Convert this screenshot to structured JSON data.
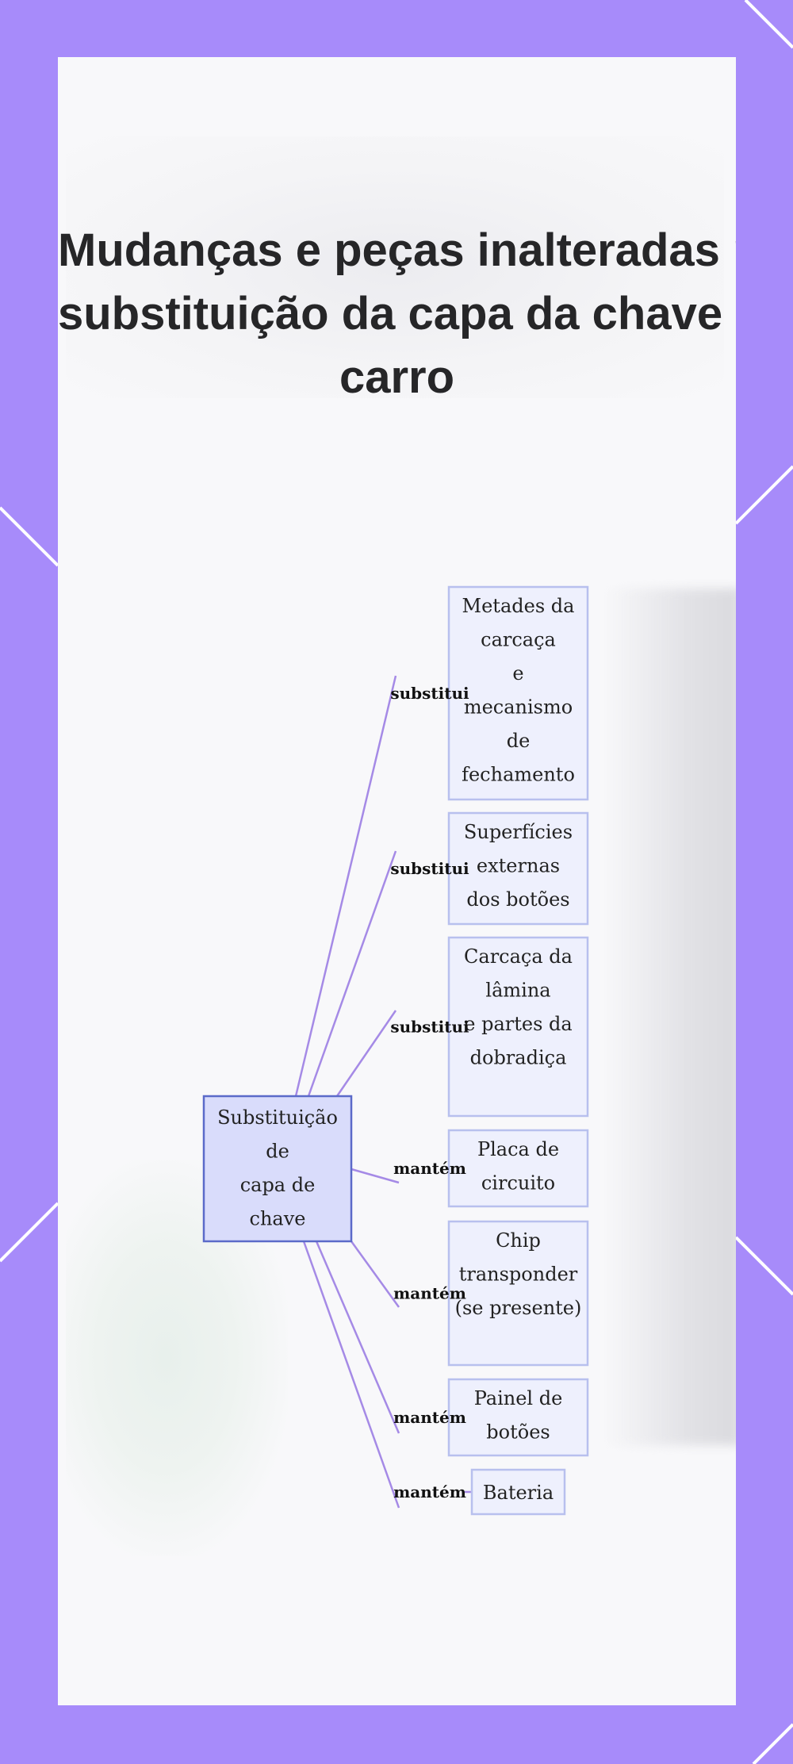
{
  "title_lines": [
    "Mudanças e peças inalteradas na",
    "substituição da capa da chave do",
    "carro"
  ],
  "colors": {
    "frame": "#a78bfa",
    "card": "#f8f8fa",
    "root_fill": "#d9dcfb",
    "root_stroke": "#5b6ac9",
    "child_fill": "#eef0fd",
    "child_stroke": "#b8c0ee",
    "edge": "#a58ae6"
  },
  "diagram": {
    "root": {
      "lines": [
        "Substituição",
        "de",
        "capa de",
        "chave"
      ]
    },
    "children": [
      {
        "relation": "substitui",
        "lines": [
          "Metades da",
          "carcaça",
          "e",
          "mecanismo",
          "de",
          "fechamento"
        ]
      },
      {
        "relation": "substitui",
        "lines": [
          "Superfícies",
          "externas",
          "dos botões"
        ]
      },
      {
        "relation": "substitui",
        "lines": [
          "Carcaça da",
          "lâmina",
          "e partes da",
          "dobradiça"
        ]
      },
      {
        "relation": "mantém",
        "lines": [
          "Placa de",
          "circuito"
        ]
      },
      {
        "relation": "mantém",
        "lines": [
          "Chip",
          "transponder",
          "(se presente)"
        ]
      },
      {
        "relation": "mantém",
        "lines": [
          "Painel de",
          "botões"
        ]
      },
      {
        "relation": "mantém",
        "lines": [
          "Bateria"
        ]
      }
    ]
  }
}
